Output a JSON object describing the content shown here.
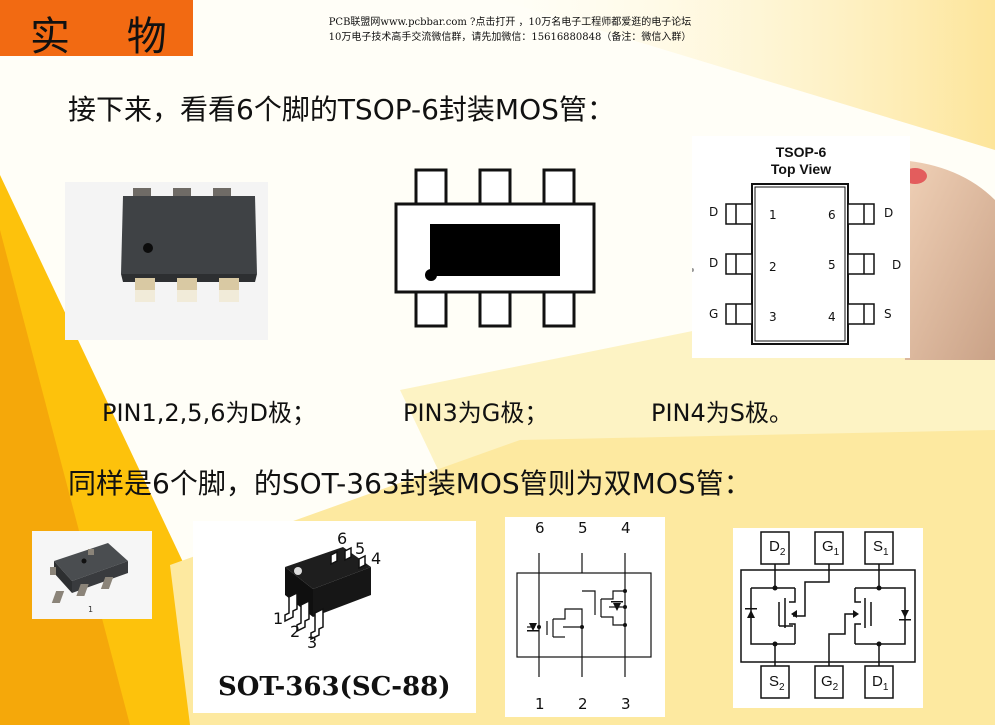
{
  "title": "实 物",
  "banner": {
    "line1": "PCB联盟网www.pcbbar.com ?点击打开 ，10万名电子工程师都爱逛的电子论坛",
    "line2": "10万电子技术高手交流微信群，请先加微信：15616880848（备注：微信入群）"
  },
  "heading1": "接下来，看看6个脚的TSOP-6封装MOS管：",
  "tsop6": {
    "title_line1": "TSOP-6",
    "title_line2": "Top View",
    "left_pins": [
      {
        "name": "D",
        "num": "1"
      },
      {
        "name": "D",
        "num": "2"
      },
      {
        "name": "G",
        "num": "3"
      }
    ],
    "right_pins": [
      {
        "name": "D",
        "num": "6"
      },
      {
        "name": "D",
        "num": "5"
      },
      {
        "name": "S",
        "num": "4"
      }
    ]
  },
  "pins": {
    "d": "PIN1,2,5,6为D极；",
    "g": "PIN3为G极；",
    "s": "PIN4为S极。"
  },
  "heading2": "同样是6个脚，的SOT-363封装MOS管则为双MOS管：",
  "sot363": {
    "label": "SOT-363(SC-88)",
    "photo_pin": "1",
    "drawing_top_pins": [
      "6",
      "5",
      "4"
    ],
    "drawing_bottom_pins": [
      "1",
      "2",
      "3"
    ],
    "schematic_top_pins": [
      "6",
      "5",
      "4"
    ],
    "schematic_bottom_pins": [
      "1",
      "2",
      "3"
    ],
    "dual_top": [
      {
        "letter": "D",
        "sub": "2"
      },
      {
        "letter": "G",
        "sub": "1"
      },
      {
        "letter": "S",
        "sub": "1"
      }
    ],
    "dual_bottom": [
      {
        "letter": "S",
        "sub": "2"
      },
      {
        "letter": "G",
        "sub": "2"
      },
      {
        "letter": "D",
        "sub": "1"
      }
    ]
  },
  "colors": {
    "orange": "#f26a12",
    "yellow": "#fdc20c",
    "pale_yellow": "#fdf3c4",
    "package_gray": "#3f4245",
    "lead_tan": "#d9c9a3"
  }
}
